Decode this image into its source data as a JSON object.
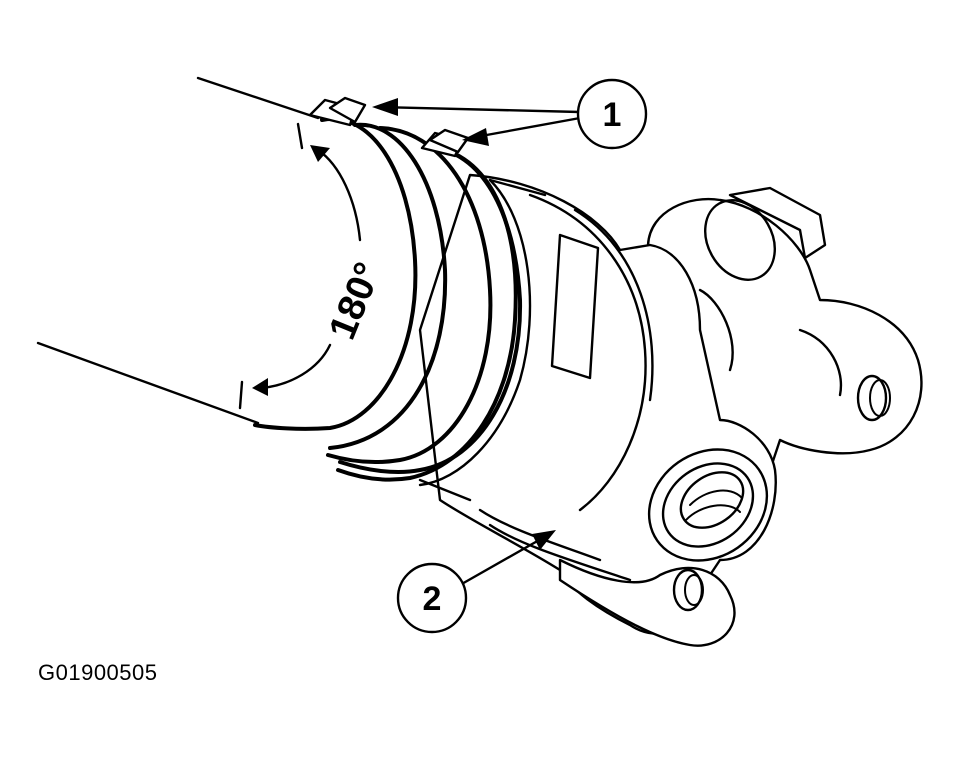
{
  "figure": {
    "id_label": "G01900505",
    "angle_label": "180°",
    "callouts": [
      {
        "number": "1",
        "target": "boot-clamps"
      },
      {
        "number": "2",
        "target": "joint-housing"
      }
    ]
  }
}
